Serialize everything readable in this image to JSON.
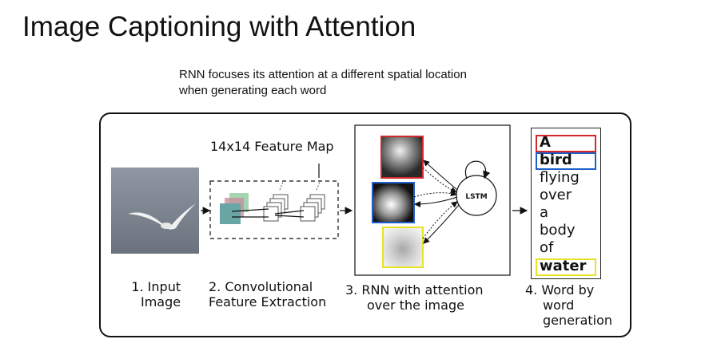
{
  "title": "Image Captioning with Attention",
  "subtitle": {
    "line1": "RNN focuses its attention at a different spatial location",
    "line2": "when generating each word"
  },
  "diagram": {
    "feature_map_label": "14x14 Feature Map",
    "lstm_label": "LSTM",
    "steps": [
      {
        "line1": "1. Input",
        "line2": "Image"
      },
      {
        "line1": "2. Convolutional",
        "line2": "Feature Extraction"
      },
      {
        "line1": "3. RNN with attention",
        "line2": "over the image"
      },
      {
        "line1": "4. Word by",
        "line2": "word",
        "line3": "generation"
      }
    ],
    "words": [
      {
        "text": "A",
        "highlight": "#d62728"
      },
      {
        "text": "bird",
        "highlight": "#1f5fc9"
      },
      {
        "text": "flying"
      },
      {
        "text": "over"
      },
      {
        "text": "a"
      },
      {
        "text": "body"
      },
      {
        "text": "of"
      },
      {
        "text": "water",
        "highlight": "#e8e22a"
      }
    ],
    "colors": {
      "red": "#d62728",
      "blue": "#1f5fc9",
      "yellow": "#e8e22a",
      "feature_teal": "#6aa6a6",
      "feature_pink": "#c98f9a",
      "feature_green": "#8fc9a0"
    }
  }
}
